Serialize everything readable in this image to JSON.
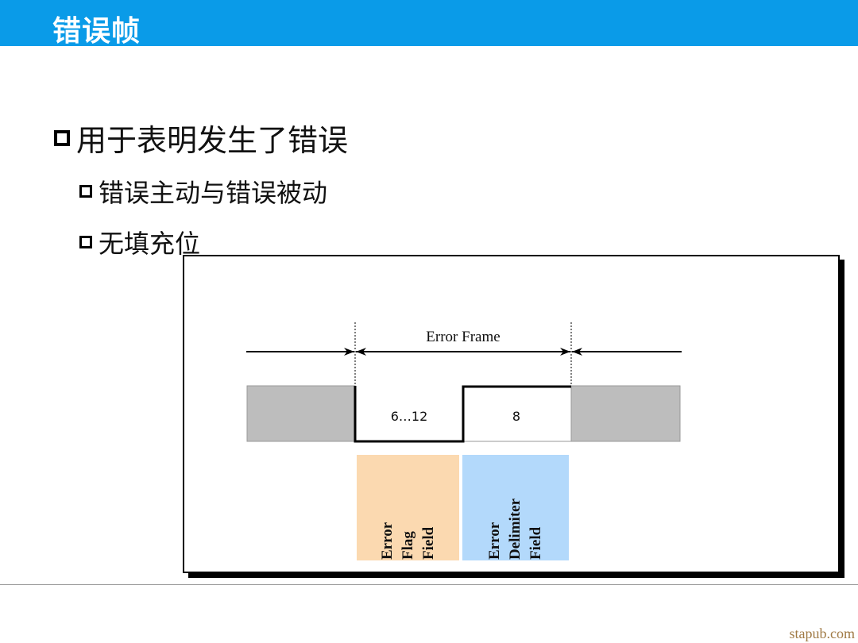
{
  "header": {
    "title": "错误帧"
  },
  "bullets": [
    {
      "text": "用于表明发生了错误"
    },
    {
      "text": "错误主动与错误被动"
    },
    {
      "text": "无填充位"
    }
  ],
  "diagram": {
    "frame_label": "Error Frame",
    "fields": [
      {
        "value": "6…12",
        "label": "Error Flag Field",
        "color": "#fbd9b0"
      },
      {
        "value": "8",
        "label": "Error Delimiter Field",
        "color": "#b3d9fb"
      }
    ]
  },
  "watermark": "stapub.com"
}
